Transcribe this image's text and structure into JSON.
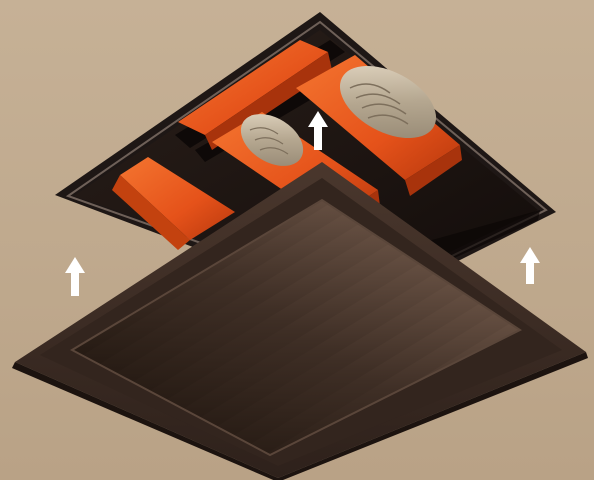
{
  "scene": {
    "subject": "ceiling-ventilation-grille-installation",
    "background_color": "#C1AB8F",
    "frame_color": "#1E1715",
    "duct_color": "#EC5A1A",
    "grille_color": "#3A2A22",
    "arrow_color": "#FFFFFF",
    "arrows": [
      {
        "name": "left",
        "direction": "up"
      },
      {
        "name": "center",
        "direction": "up"
      },
      {
        "name": "right",
        "direction": "up"
      }
    ]
  }
}
